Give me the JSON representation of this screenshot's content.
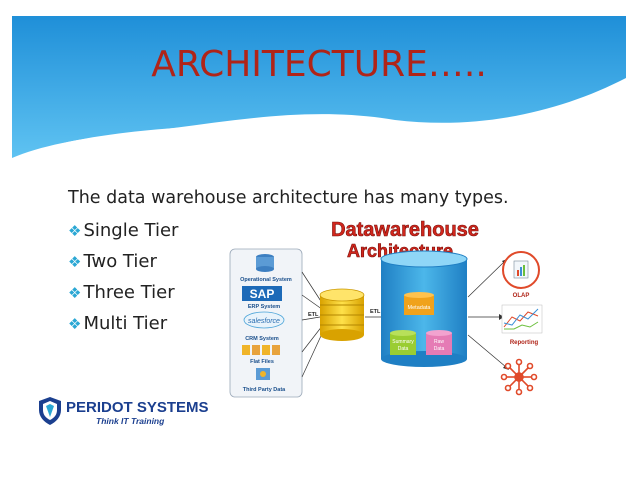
{
  "slide": {
    "title": "ARCHITECTURE…..",
    "intro": "The data warehouse architecture has many types.",
    "bullets": [
      {
        "label": "Single Tier"
      },
      {
        "label": "Two Tier"
      },
      {
        "label": "Three Tier"
      },
      {
        "label": "Multi Tier"
      }
    ]
  },
  "diagram": {
    "title_line1": "Datawarehouse",
    "title_line2": "Architecture",
    "sources": {
      "operational": "Operational System",
      "sap": "SAP",
      "erp": "ERP System",
      "salesforce": "salesforce",
      "crm": "CRM System",
      "flat_files": "Flat Files",
      "third_party": "Third Party Data"
    },
    "etl_left": "ETL",
    "etl_right": "ETL",
    "warehouse": {
      "metadata": "Metadata",
      "summary_line1": "Summary",
      "summary_line2": "Data",
      "raw_line1": "Raw",
      "raw_line2": "Data"
    },
    "outputs": {
      "olap": "OLAP",
      "reporting": "Reporting"
    }
  },
  "logo": {
    "name": "PERIDOT SYSTEMS",
    "tagline": "Think IT Training"
  },
  "colors": {
    "title": "#b02418",
    "header_blue": "#2f9fe0",
    "bullet_diamond": "#2aa7d4",
    "diagram_title": "#d1271d",
    "warehouse": "#2b9ad8",
    "stack_gold": "#f2c418",
    "logo_blue": "#1b3f8f"
  }
}
